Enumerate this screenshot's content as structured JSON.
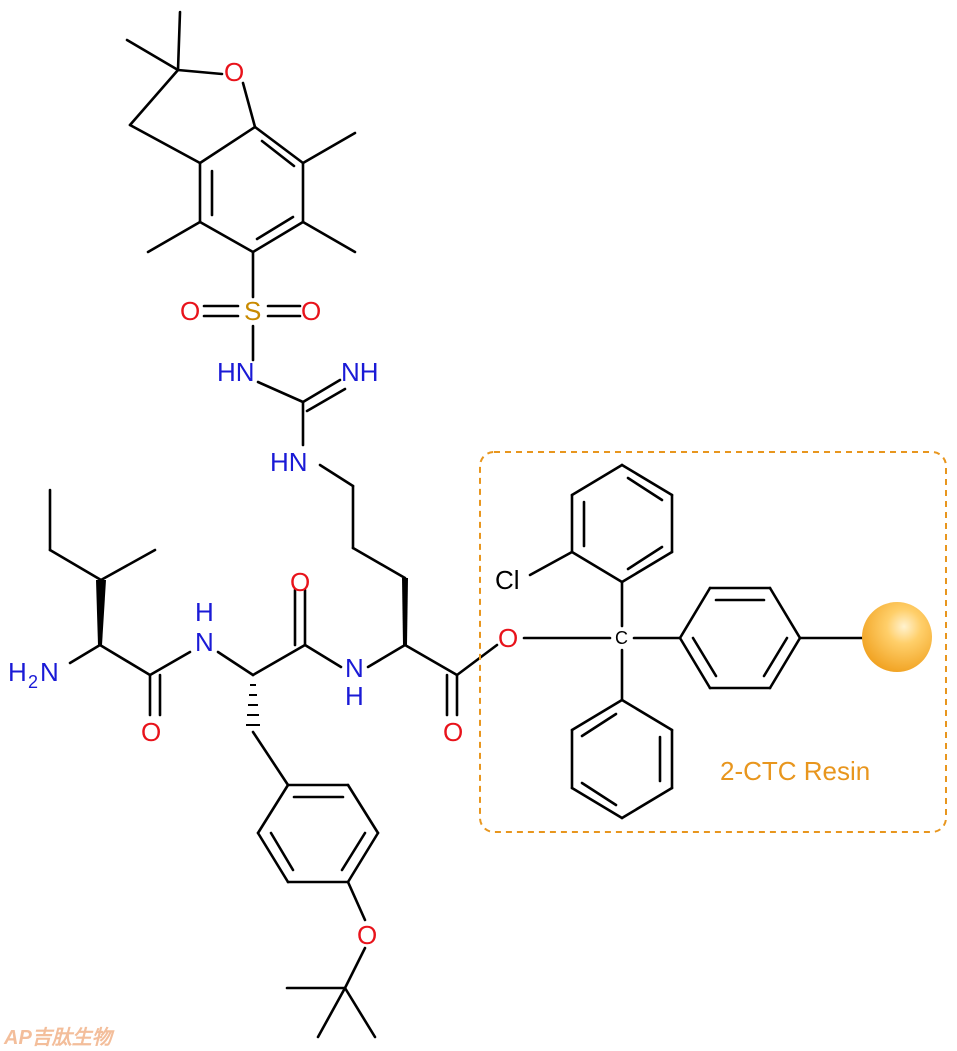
{
  "molecule": {
    "atoms": {
      "o_furan": "O",
      "s_sulfonyl": "S",
      "o_sulfonyl_left": "O",
      "o_sulfonyl_right": "O",
      "nh_sulfonamide": "HN",
      "nh_imine": "NH",
      "nh_guanidine": "HN",
      "nh_ile_amide": "H",
      "n_ile_amide": "N",
      "h2n_prefix": "H",
      "h2n_sub": "2",
      "h2n_n": "N",
      "o_ile_carbonyl": "O",
      "o_tyr_carbonyl": "O",
      "n_arg_amide": "N",
      "nh_arg_h": "H",
      "o_arg_carbonyl": "O",
      "o_ester": "O",
      "c_trityl": "C",
      "cl": "Cl",
      "o_tbu": "O"
    }
  },
  "resin": {
    "label": "2-CTC Resin"
  },
  "watermark": {
    "text": "AP吉肽生物"
  },
  "colors": {
    "bond": "#000000",
    "oxygen": "#e8131b",
    "nitrogen": "#1a1ad6",
    "sulfur": "#c98a00",
    "resin_accent": "#e8961e",
    "bead": "#f5a623"
  }
}
